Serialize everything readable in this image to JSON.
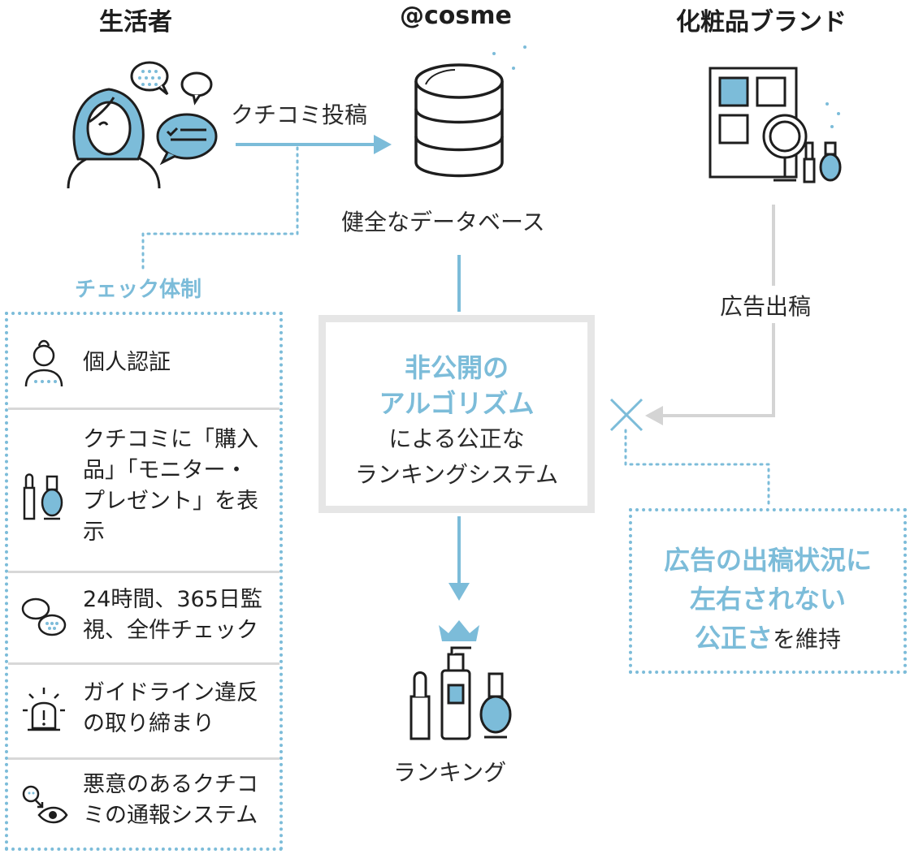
{
  "headers": {
    "consumer": "生活者",
    "cosme": "@cosme",
    "brand": "化粧品ブランド"
  },
  "flows": {
    "review_post": "クチコミ投稿",
    "database": "健全なデータベース",
    "ad_placement": "広告出稿",
    "ranking": "ランキング"
  },
  "check_system": {
    "title": "チェック体制",
    "items": [
      {
        "icon": "person-icon",
        "text": "個人認証"
      },
      {
        "icon": "cosmetics-icon",
        "text": "クチコミに「購入\n品」「モニター・\nプレゼント」を表\n示"
      },
      {
        "icon": "speech-bubbles-icon",
        "text": "24時間、365日監\n視、全件チェック"
      },
      {
        "icon": "alarm-light-icon",
        "text": "ガイドライン違反\nの取り締まり"
      },
      {
        "icon": "eye-report-icon",
        "text": "悪意のあるクチコ\nミの通報システム"
      }
    ]
  },
  "algorithm": {
    "line1": "非公開の",
    "line2": "アルゴリズム",
    "line3": "による公正な",
    "line4": "ランキングシステム"
  },
  "fairness": {
    "line1": "広告の出稿状況に",
    "line2": "左右されない",
    "line3_highlight": "公正さ",
    "line3_rest": "を維持"
  },
  "colors": {
    "accent": "#7cbcd9",
    "gray_line": "#d4d4d4",
    "text": "#222222"
  }
}
